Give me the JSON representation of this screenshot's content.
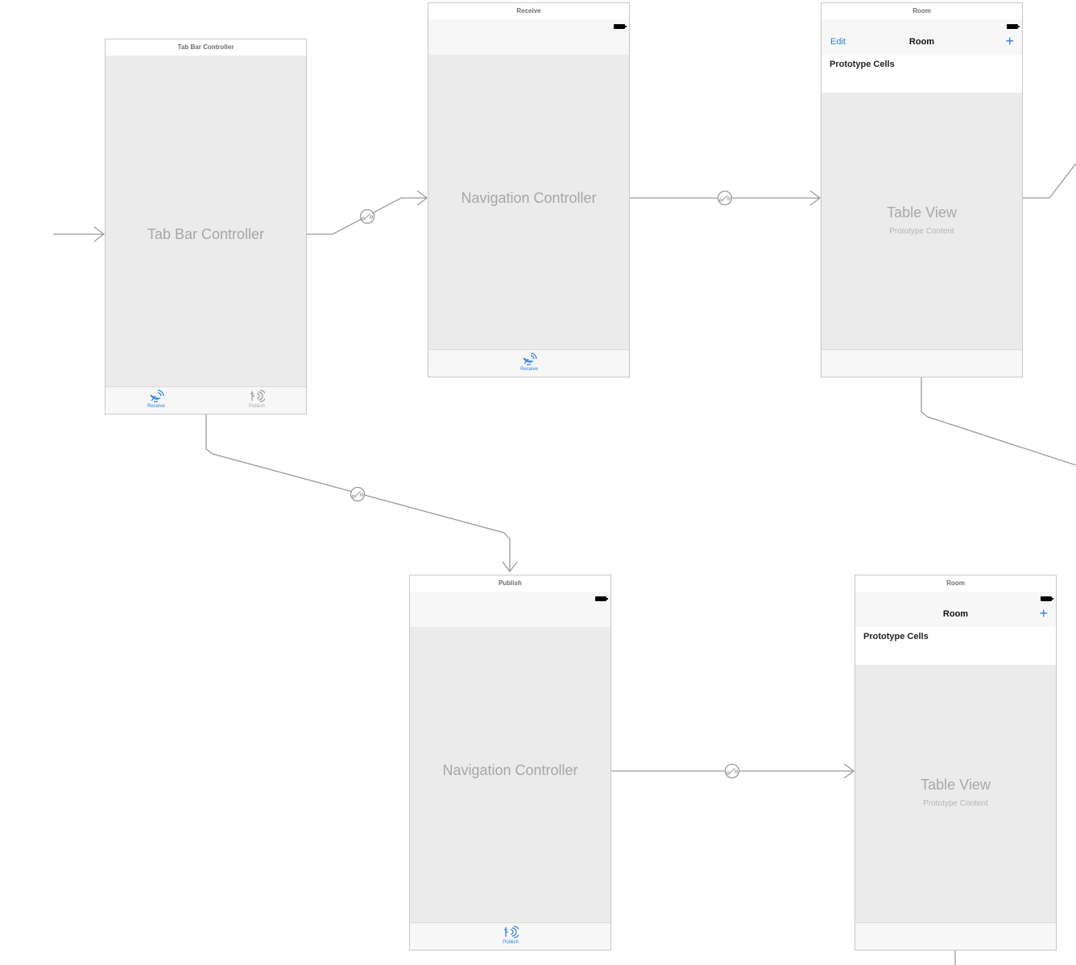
{
  "scenes": {
    "tab_bar_controller": {
      "title": "Tab Bar Controller",
      "label": "Tab Bar Controller",
      "tabs": [
        {
          "label": "Receive",
          "icon": "satellite-dish-icon",
          "active": true
        },
        {
          "label": "Publish",
          "icon": "broadcast-icon",
          "active": false
        }
      ]
    },
    "receive_nav": {
      "title": "Receive",
      "label": "Navigation Controller",
      "tab": {
        "label": "Receive",
        "icon": "satellite-dish-icon"
      }
    },
    "room_top": {
      "title": "Room",
      "nav_left": "Edit",
      "nav_title": "Room",
      "prototype_cells": "Prototype Cells",
      "table_title": "Table View",
      "table_subtitle": "Prototype Content"
    },
    "publish_nav": {
      "title": "Publish",
      "label": "Navigation Controller",
      "tab": {
        "label": "Publish",
        "icon": "broadcast-icon"
      }
    },
    "room_bottom": {
      "title": "Room",
      "nav_title": "Room",
      "prototype_cells": "Prototype Cells",
      "table_title": "Table View",
      "table_subtitle": "Prototype Content"
    }
  },
  "colors": {
    "accent": "#2f7fe0",
    "connector": "#9a9a9a",
    "scene_border": "#c8c8c8",
    "content_bg": "#ebebeb"
  }
}
